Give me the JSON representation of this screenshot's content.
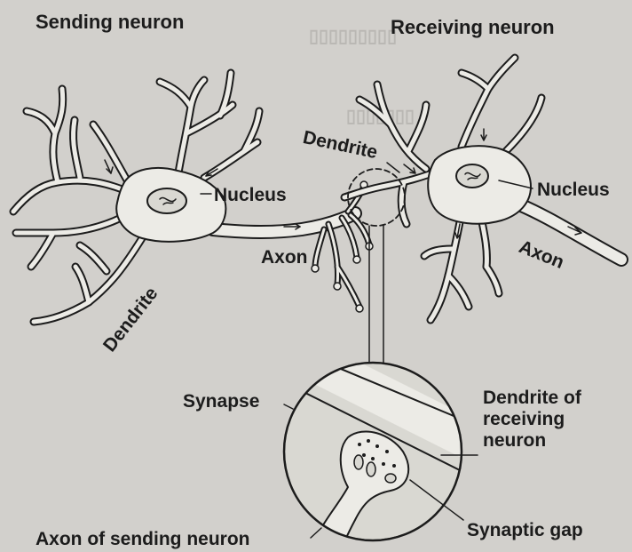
{
  "titles": {
    "sending": "Sending neuron",
    "receiving": "Receiving neuron"
  },
  "labels": {
    "dendrite_top": "Dendrite",
    "nucleus_left": "Nucleus",
    "nucleus_right": "Nucleus",
    "axon_left": "Axon",
    "axon_right": "Axon",
    "dendrite_left": "Dendrite",
    "synapse": "Synapse",
    "dendrite_of_receiving": [
      "Dendrite of",
      "receiving",
      "neuron"
    ],
    "axon_of_sending": "Axon of sending neuron",
    "synaptic_gap": "Synaptic gap"
  },
  "colors": {
    "background": "#d2d0cc",
    "neuron_fill": "#ecebe6",
    "outline": "#1c1c1c",
    "text": "#1c1c1c"
  }
}
